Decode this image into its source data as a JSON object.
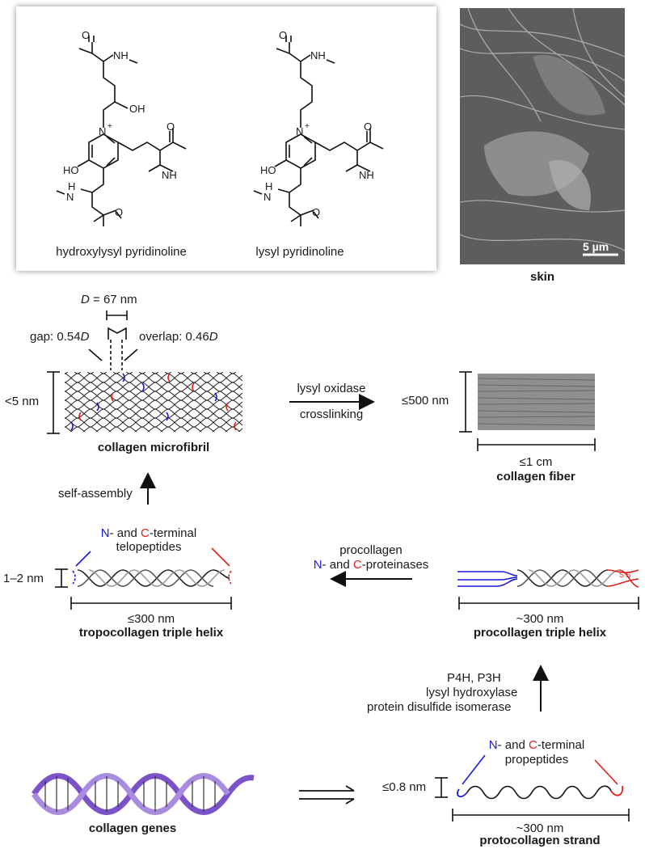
{
  "chemistry": {
    "hydroxylysyl": "hydroxylysyl pyridinoline",
    "lysyl": "lysyl pyridinoline",
    "atoms": {
      "O": "O",
      "NH": "NH",
      "H": "H",
      "N": "N",
      "plus": "+",
      "OH": "OH",
      "HO": "HO"
    }
  },
  "skin": {
    "label": "skin",
    "scale_bar": "5 µm"
  },
  "microfibril": {
    "d_label": "D",
    "d_value": " = 67 nm",
    "gap_prefix": "gap: 0.54",
    "gap_d": "D",
    "overlap_prefix": "overlap: 0.46",
    "overlap_d": "D",
    "height": "<5 nm",
    "label": "collagen microfibril"
  },
  "fiber": {
    "height": "≤500 nm",
    "width": "≤1 cm",
    "label": "collagen fiber"
  },
  "arrows": {
    "lox_1": "lysyl oxidase",
    "lox_2": "crosslinking",
    "self_assembly": "self-assembly",
    "proc_1": "procollagen",
    "proc_n": "N",
    "proc_mid": "- and ",
    "proc_c": "C",
    "proc_end": "-proteinases",
    "enzymes": [
      "P4H, P3H",
      "lysyl hydroxylase",
      "protein disulfide isomerase"
    ]
  },
  "tropocollagen": {
    "tel_n": "N",
    "tel_mid": "- and ",
    "tel_c": "C",
    "tel_end": "-terminal",
    "tel_2": "telopeptides",
    "height": "1–2 nm",
    "length": "≤300 nm",
    "label": "tropocollagen triple helix"
  },
  "procollagen": {
    "length": "~300 nm",
    "label": "procollagen triple helix",
    "ss": "S S"
  },
  "genes": {
    "label": "collagen genes"
  },
  "protocollagen": {
    "pro_n": "N",
    "pro_mid": "- and ",
    "pro_c": "C",
    "pro_end": "-terminal",
    "pro_2": "propeptides",
    "height": "≤0.8 nm",
    "length": "~300 nm",
    "label": "protocollagen strand"
  }
}
